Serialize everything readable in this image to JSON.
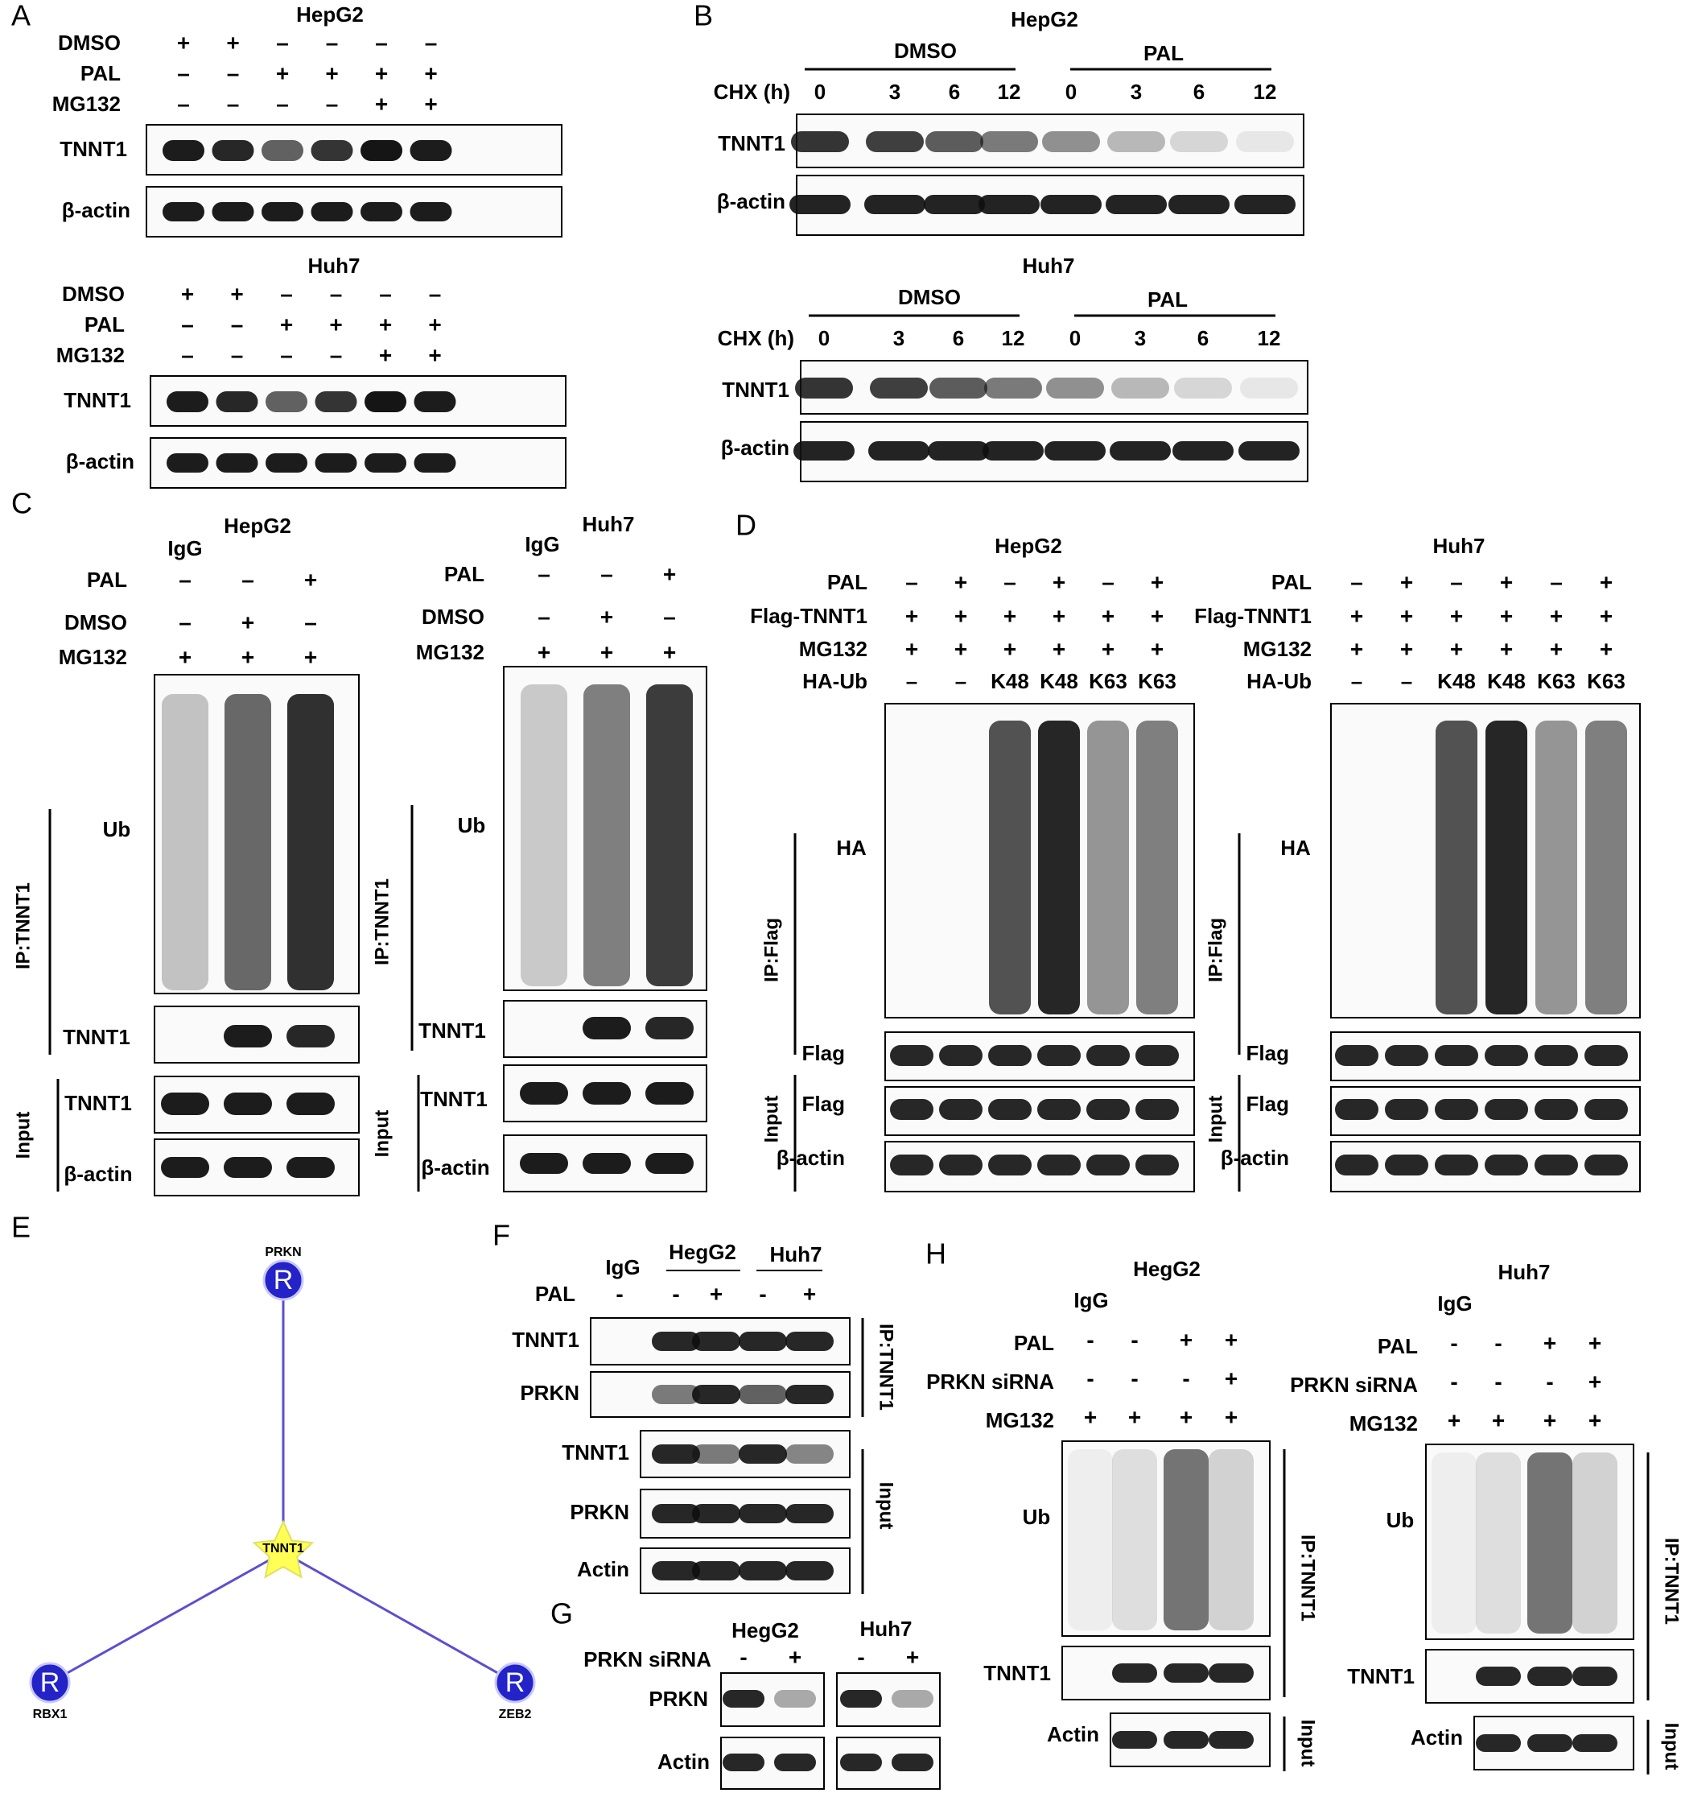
{
  "panel_labels": [
    "A",
    "B",
    "C",
    "D",
    "E",
    "F",
    "G",
    "H"
  ],
  "common": {
    "hepg2": "HepG2",
    "huh7": "Huh7",
    "hegg2": "HegG2",
    "dmso": "DMSO",
    "pal": "PAL",
    "mg132": "MG132",
    "chx": "CHX (h)",
    "tnnt1": "TNNT1",
    "bactin": "β-actin",
    "actin": "Actin",
    "ub": "Ub",
    "igg": "IgG",
    "flag": "Flag",
    "ha": "HA",
    "ha_ub": "HA-Ub",
    "flag_tnnt1": "Flag-TNNT1",
    "prkn": "PRKN",
    "prkn_sirna": "PRKN siRNA",
    "input": "Input",
    "ip_tnnt1": "IP:TNNT1",
    "ip_flag": "IP:Flag",
    "plus": "+",
    "minus": "–",
    "dash": "-",
    "t0": "0",
    "t3": "3",
    "t6": "6",
    "t12": "12",
    "k48": "K48",
    "k63": "K63"
  },
  "network": {
    "nodes": [
      {
        "name": "PRKN",
        "glyph": "R",
        "color": "#2323c8"
      },
      {
        "name": "TNNT1",
        "glyph": "",
        "color": "#ffff55"
      },
      {
        "name": "RBX1",
        "glyph": "R",
        "color": "#2323c8"
      },
      {
        "name": "ZEB2",
        "glyph": "R",
        "color": "#2323c8"
      }
    ],
    "edge_color": "#5b4fd0"
  }
}
